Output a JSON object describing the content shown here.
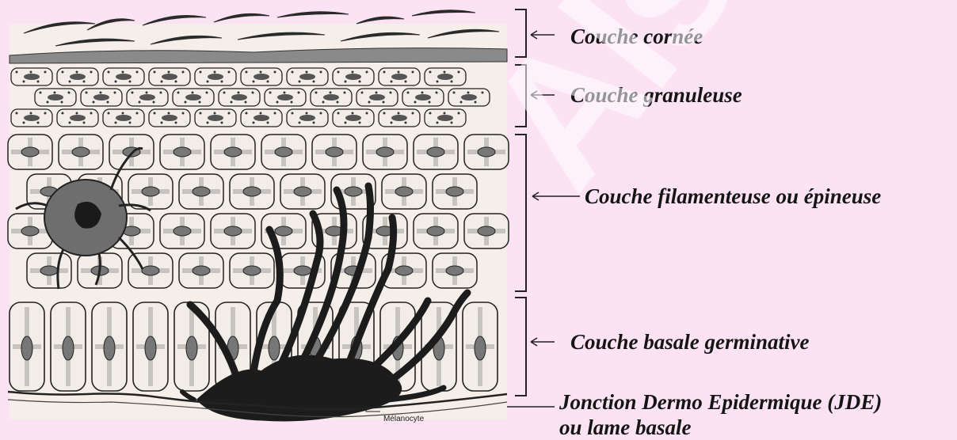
{
  "labels": {
    "cornee": "Couche cornée",
    "granuleuse": "Couche granuleuse",
    "filamenteuse": "Couche filamenteuse ou épineuse",
    "basale": "Couche basale germinative",
    "jde_line1": "Jonction Dermo Epidermique (JDE)",
    "jde_line2": "ou lame basale",
    "melanocyte": "Mélanocyte"
  },
  "watermark": "Alsace",
  "colors": {
    "background": "#fbe3f3",
    "ink": "#151515",
    "cell_fill": "#f3ede8",
    "melanocyte": "#1c1c1c",
    "langerhans": "#6e6e6e"
  }
}
